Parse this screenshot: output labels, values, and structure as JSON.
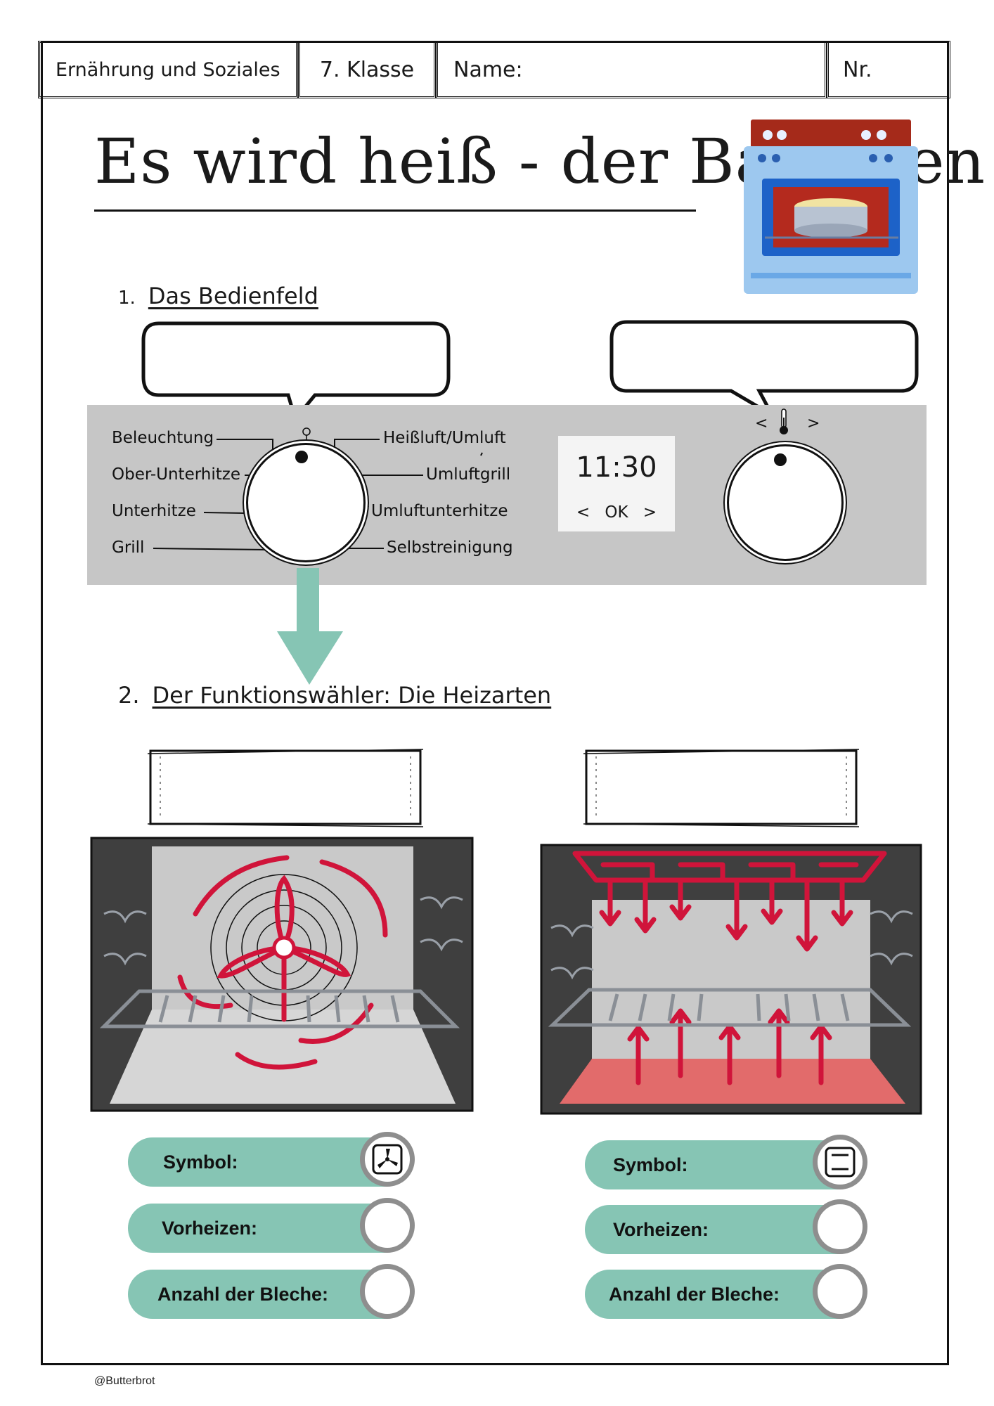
{
  "header": {
    "subject": "Ernährung und Soziales",
    "grade": "7. Klasse",
    "name_label": "Name:",
    "number_label": "Nr."
  },
  "title": "Es wird heiß - der Backofen",
  "section1": {
    "number": "1.",
    "title": "Das Bedienfeld"
  },
  "control_panel": {
    "dial_left_labels": [
      "Beleuchtung",
      "Ober-Unterhitze",
      "Unterhitze",
      "Grill"
    ],
    "dial_right_labels": [
      "Heißluft/Umluft",
      "Umluftgrill",
      "Umluftunterhitze",
      "Selbstreinigung"
    ],
    "display_time": "11:30",
    "display_nav": "< OK >",
    "temp_left": "<",
    "temp_right": ">"
  },
  "section2": {
    "number": "2.",
    "title": "Der Funktionswähler: Die Heizarten"
  },
  "cards_left": {
    "symbol_label": "Symbol:",
    "preheat_label": "Vorheizen:",
    "trays_label": "Anzahl der Bleche:"
  },
  "cards_right": {
    "symbol_label": "Symbol:",
    "preheat_label": "Vorheizen:",
    "trays_label": "Anzahl der Bleche:"
  },
  "footer": "@Butterbrot",
  "colors": {
    "teal": "#86c5b4",
    "panel_gray": "#c6c6c6",
    "heat_red": "#d0143a",
    "oven_blue": "#9dc8ef",
    "oven_dark": "#404040"
  }
}
